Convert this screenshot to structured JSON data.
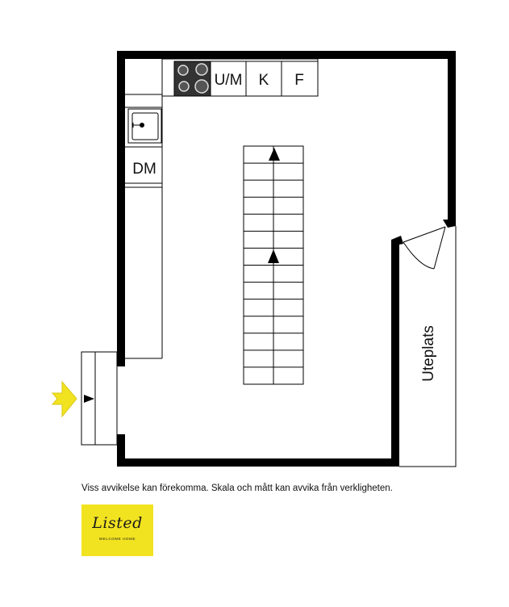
{
  "plan": {
    "labels": {
      "washer_dryer": "U/M",
      "fridge": "K",
      "freezer": "F",
      "dishwasher": "DM",
      "patio": "Uteplats"
    },
    "colors": {
      "wall": "#000000",
      "entry_arrow": "#f2e321",
      "logo_bg": "#f2e321"
    }
  },
  "footer": {
    "disclaimer": "Viss avvikelse kan förekomma. Skala och mått kan avvika från verkligheten."
  },
  "logo": {
    "brand": "Listed",
    "tagline": "WELCOME HOME"
  }
}
